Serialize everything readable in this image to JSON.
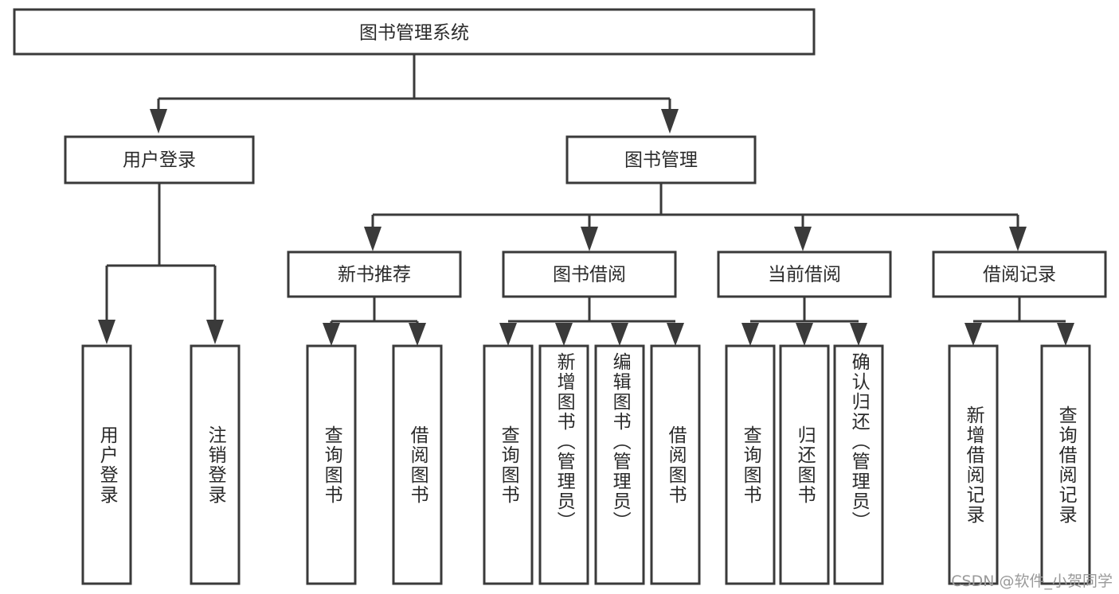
{
  "diagram": {
    "type": "tree-hierarchy",
    "title": "图书管理系统",
    "watermark": "CSDN @软件_小贺同学",
    "colors": {
      "stroke": "#3a3a3a",
      "fill": "#ffffff",
      "text": "#2a2a2a",
      "watermark": "#9a9a9a",
      "background": "#ffffff"
    },
    "root": {
      "label": "图书管理系统"
    },
    "level2": [
      {
        "label": "用户登录"
      },
      {
        "label": "图书管理"
      }
    ],
    "level3": [
      {
        "label": "新书推荐",
        "parent": "图书管理"
      },
      {
        "label": "图书借阅",
        "parent": "图书管理"
      },
      {
        "label": "当前借阅",
        "parent": "图书管理"
      },
      {
        "label": "借阅记录",
        "parent": "图书管理"
      }
    ],
    "leaves": {
      "user_login": [
        {
          "label": "用户登录"
        },
        {
          "label": "注销登录"
        }
      ],
      "new_book_recommend": [
        {
          "label": "查询图书"
        },
        {
          "label": "借阅图书"
        }
      ],
      "book_borrow": [
        {
          "label": "查询图书"
        },
        {
          "label": "新增图书（管理员）"
        },
        {
          "label": "编辑图书（管理员）"
        },
        {
          "label": "借阅图书"
        }
      ],
      "current_borrow": [
        {
          "label": "查询图书"
        },
        {
          "label": "归还图书"
        },
        {
          "label": "确认归还（管理员）"
        }
      ],
      "borrow_record": [
        {
          "label": "新增借阅记录"
        },
        {
          "label": "查询借阅记录"
        }
      ]
    }
  }
}
